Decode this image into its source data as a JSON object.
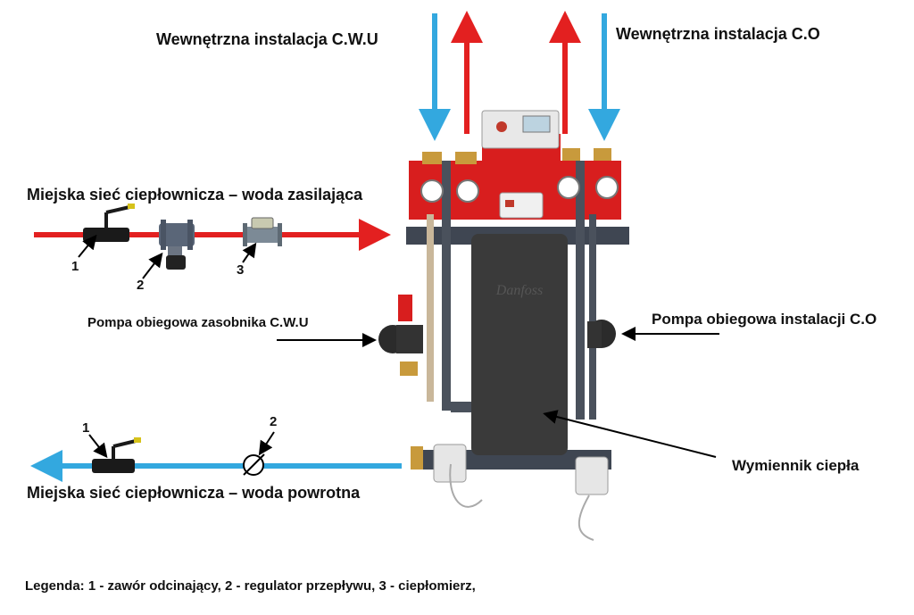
{
  "labels": {
    "top_left": "Wewnętrzna instalacja C.W.U",
    "top_right": "Wewnętrzna instalacja C.O",
    "supply": "Miejska sieć ciepłownicza – woda zasilająca",
    "return": "Miejska sieć ciepłownicza – woda powrotna",
    "pump_cwu": "Pompa obiegowa zasobnika C.W.U",
    "pump_co": "Pompa obiegowa instalacji C.O",
    "exchanger": "Wymiennik ciepła",
    "legend": "Legenda: 1 - zawór odcinający, 2 - regulator przepływu, 3 - ciepłomierz,"
  },
  "supply_markers": [
    "1",
    "2",
    "3"
  ],
  "return_markers": [
    "1",
    "2"
  ],
  "colors": {
    "supply": "#e32020",
    "return": "#33a8df",
    "body": "#3a3a3a",
    "frame": "#d81e1e"
  }
}
